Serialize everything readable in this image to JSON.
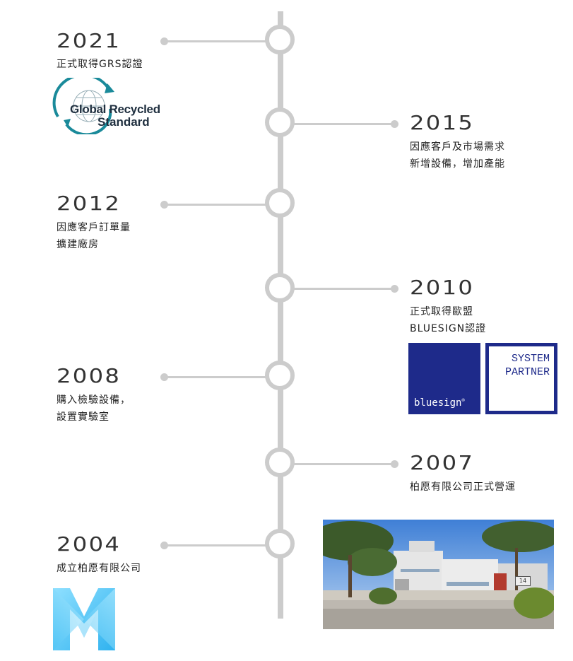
{
  "timeline": [
    {
      "year": "2021",
      "desc": "正式取得GRS認證"
    },
    {
      "year": "2015",
      "desc": "因應客戶及市場需求\n新增設備，增加產能"
    },
    {
      "year": "2012",
      "desc": "因應客戶訂單量\n擴建廠房"
    },
    {
      "year": "2010",
      "desc": "正式取得歐盟\nBLUESIGN認證"
    },
    {
      "year": "2008",
      "desc": "購入檢驗設備，\n設置實驗室"
    },
    {
      "year": "2007",
      "desc": "柏愿有限公司正式營運"
    },
    {
      "year": "2004",
      "desc": "成立柏愿有限公司"
    }
  ],
  "logos": {
    "grs_line1": "Global Recycled",
    "grs_line2": "Standard",
    "bluesign_word": "bluesign",
    "bluesign_mark": "®",
    "system_partner": "SYSTEM\nPARTNER",
    "building_number": "14"
  },
  "colors": {
    "timeline_gray": "#cccccc",
    "bluesign_blue": "#1e2a8a",
    "grs_teal": "#1a8a9a"
  },
  "icons": [
    "grs-globe-icon",
    "company-m-logo-icon"
  ]
}
